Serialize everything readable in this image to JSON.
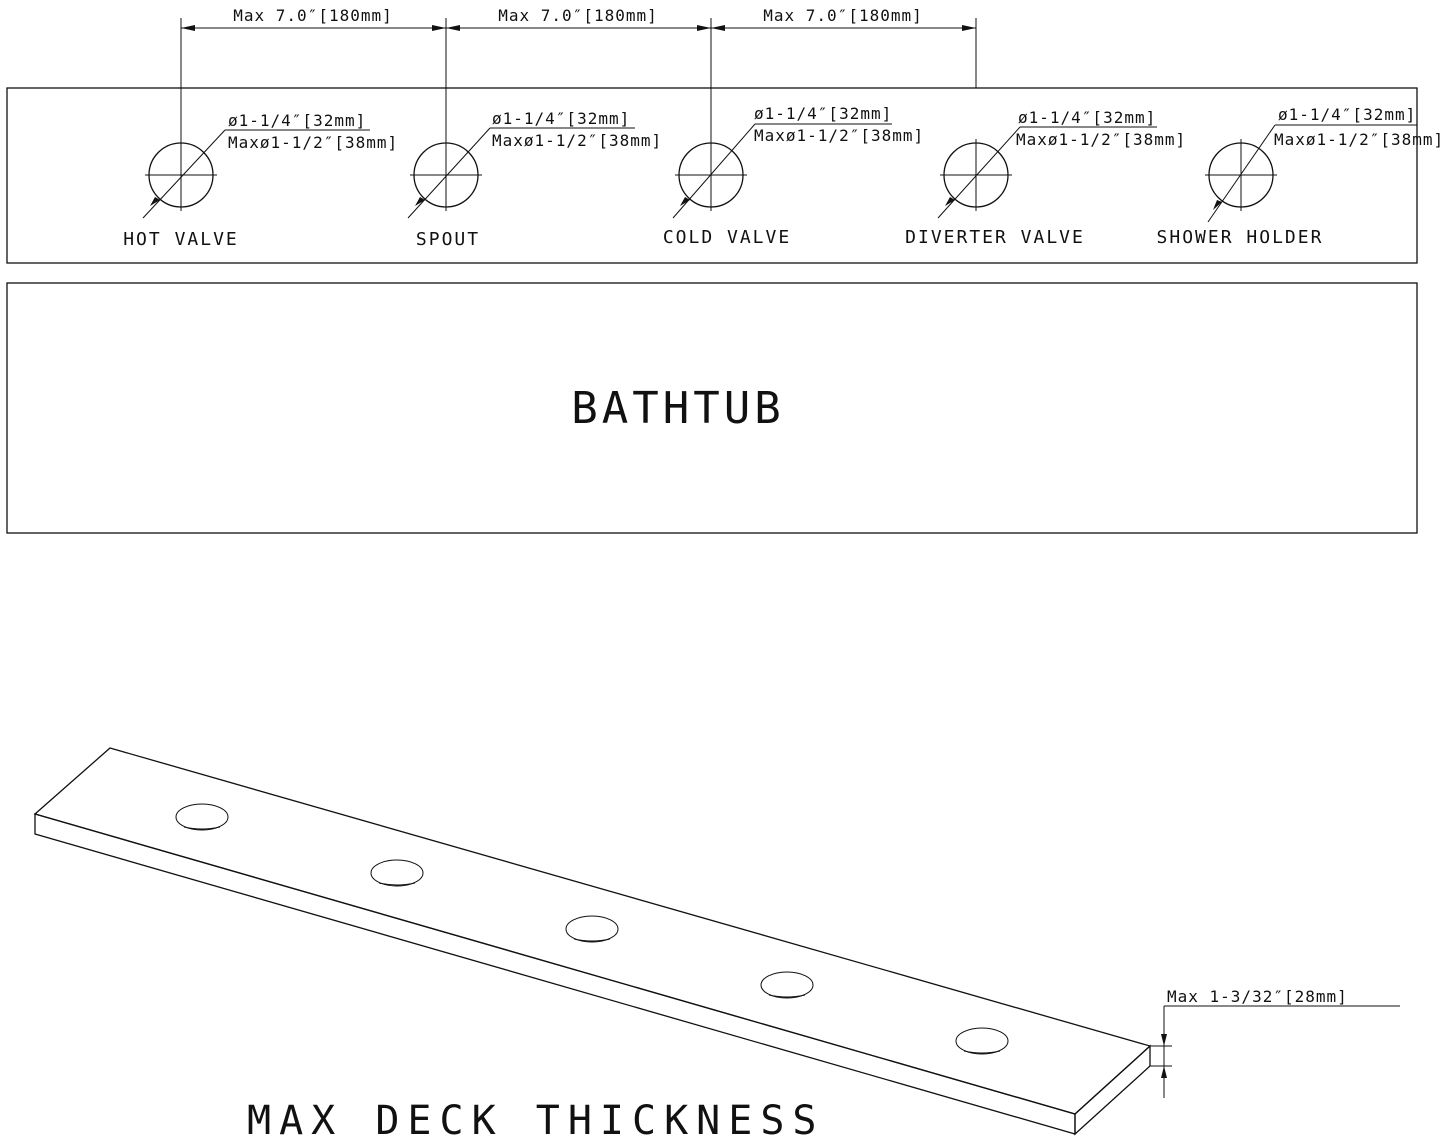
{
  "spacing_dims": [
    {
      "label": "Max 7.0″[180mm]"
    },
    {
      "label": "Max 7.0″[180mm]"
    },
    {
      "label": "Max 7.0″[180mm]"
    }
  ],
  "holes": [
    {
      "name": "HOT VALVE",
      "dia": "ø1-1/4″[32mm]",
      "max_dia": "Maxø1-1/2″[38mm]"
    },
    {
      "name": "SPOUT",
      "dia": "ø1-1/4″[32mm]",
      "max_dia": "Maxø1-1/2″[38mm]"
    },
    {
      "name": "COLD VALVE",
      "dia": "ø1-1/4″[32mm]",
      "max_dia": "Maxø1-1/2″[38mm]"
    },
    {
      "name": "DIVERTER VALVE",
      "dia": "ø1-1/4″[32mm]",
      "max_dia": "Maxø1-1/2″[38mm]"
    },
    {
      "name": "SHOWER HOLDER",
      "dia": "ø1-1/4″[32mm]",
      "max_dia": "Maxø1-1/2″[38mm]"
    }
  ],
  "bathtub_label": "BATHTUB",
  "thickness_dim": "Max 1-3/32″[28mm]",
  "deck_title": "MAX DECK THICKNESS",
  "line_color": "#111111"
}
